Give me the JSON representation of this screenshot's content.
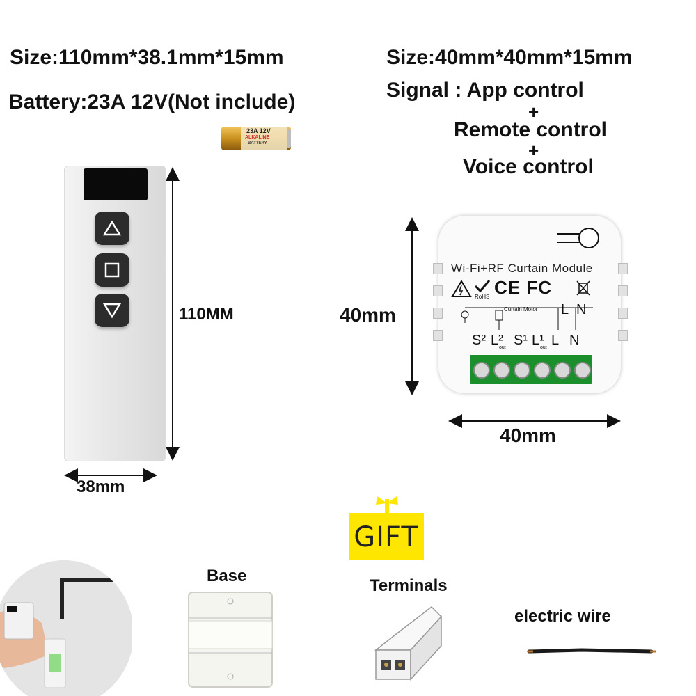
{
  "remote": {
    "size_text": "Size:110mm*38.1mm*15mm",
    "battery_text": "Battery:23A 12V(Not include)",
    "battery_labels": {
      "top": "23A 12V",
      "mid": "ALKALINE",
      "bot": "BATTERY"
    },
    "height_label": "110MM",
    "width_label": "38mm"
  },
  "module": {
    "size_text": "Size:40mm*40mm*15mm",
    "signal_lines": [
      "Signal : App control",
      "+",
      "Remote control",
      "+",
      "Voice control"
    ],
    "title": "Wi-Fi+RF Curtain Module",
    "motor_label": "Curtain Motor",
    "rohs": "RoHS",
    "cert_marks": "CE FC",
    "top_terminals": [
      "L",
      "N"
    ],
    "terminal_labels": [
      "S²",
      "L²",
      "S¹",
      "L¹",
      "L",
      "N"
    ],
    "out_sub": "out",
    "height_label": "40mm",
    "width_label": "40mm"
  },
  "gift": {
    "badge": "GIFT",
    "items": {
      "base": "Base",
      "terminals": "Terminals",
      "wire": "electric wire"
    }
  },
  "colors": {
    "gift_yellow": "#ffe600",
    "terminal_green": "#1b8f2c",
    "battery_gold": "#c9901e"
  }
}
